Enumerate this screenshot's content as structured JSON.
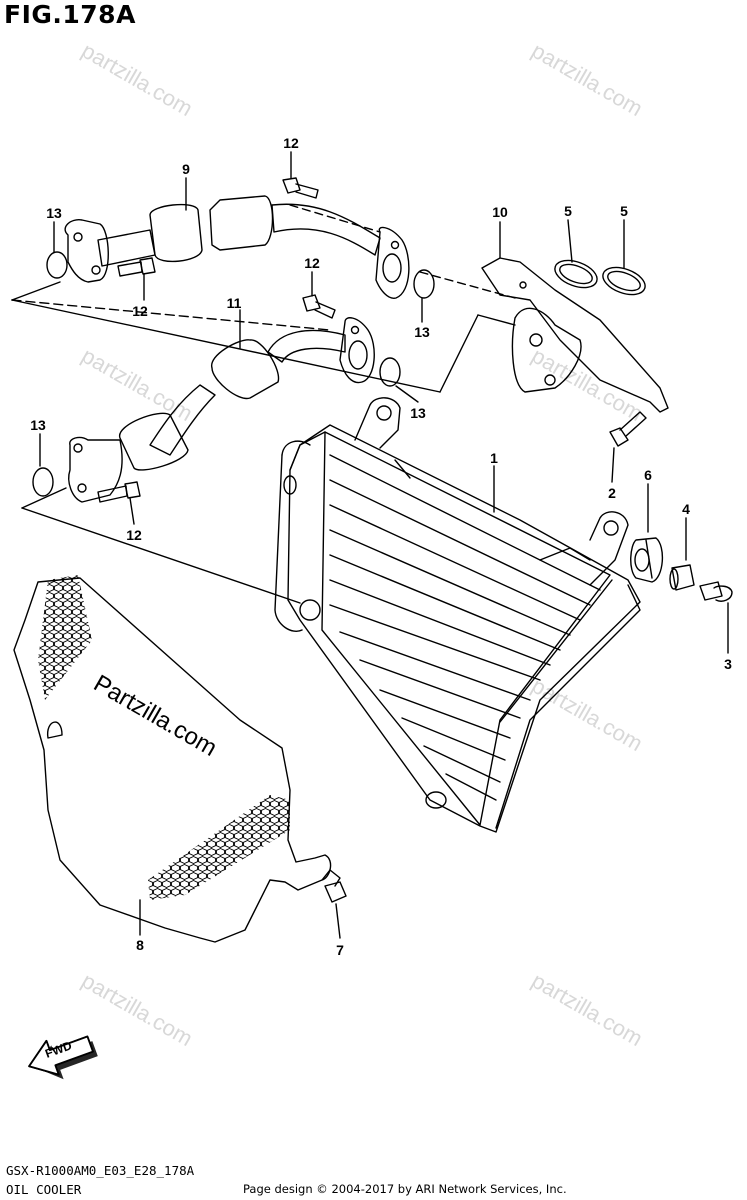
{
  "figure": {
    "title": "FIG.178A"
  },
  "callouts": {
    "c1": "1",
    "c2": "2",
    "c3": "3",
    "c4": "4",
    "c5a": "5",
    "c5b": "5",
    "c6": "6",
    "c7": "7",
    "c8": "8",
    "c9": "9",
    "c10": "10",
    "c11": "11",
    "c12a": "12",
    "c12b": "12",
    "c12c": "12",
    "c12d": "12",
    "c13a": "13",
    "c13b": "13",
    "c13c": "13",
    "c13d": "13"
  },
  "watermark": {
    "text": "partzilla.com",
    "brand": "Partzilla.com"
  },
  "direction": {
    "label": "FWD"
  },
  "footer": {
    "code": "GSX-R1000AM0_E03_E28_178A",
    "subtitle": "OIL COOLER",
    "copyright": "Page design © 2004-2017 by ARI Network Services, Inc."
  }
}
